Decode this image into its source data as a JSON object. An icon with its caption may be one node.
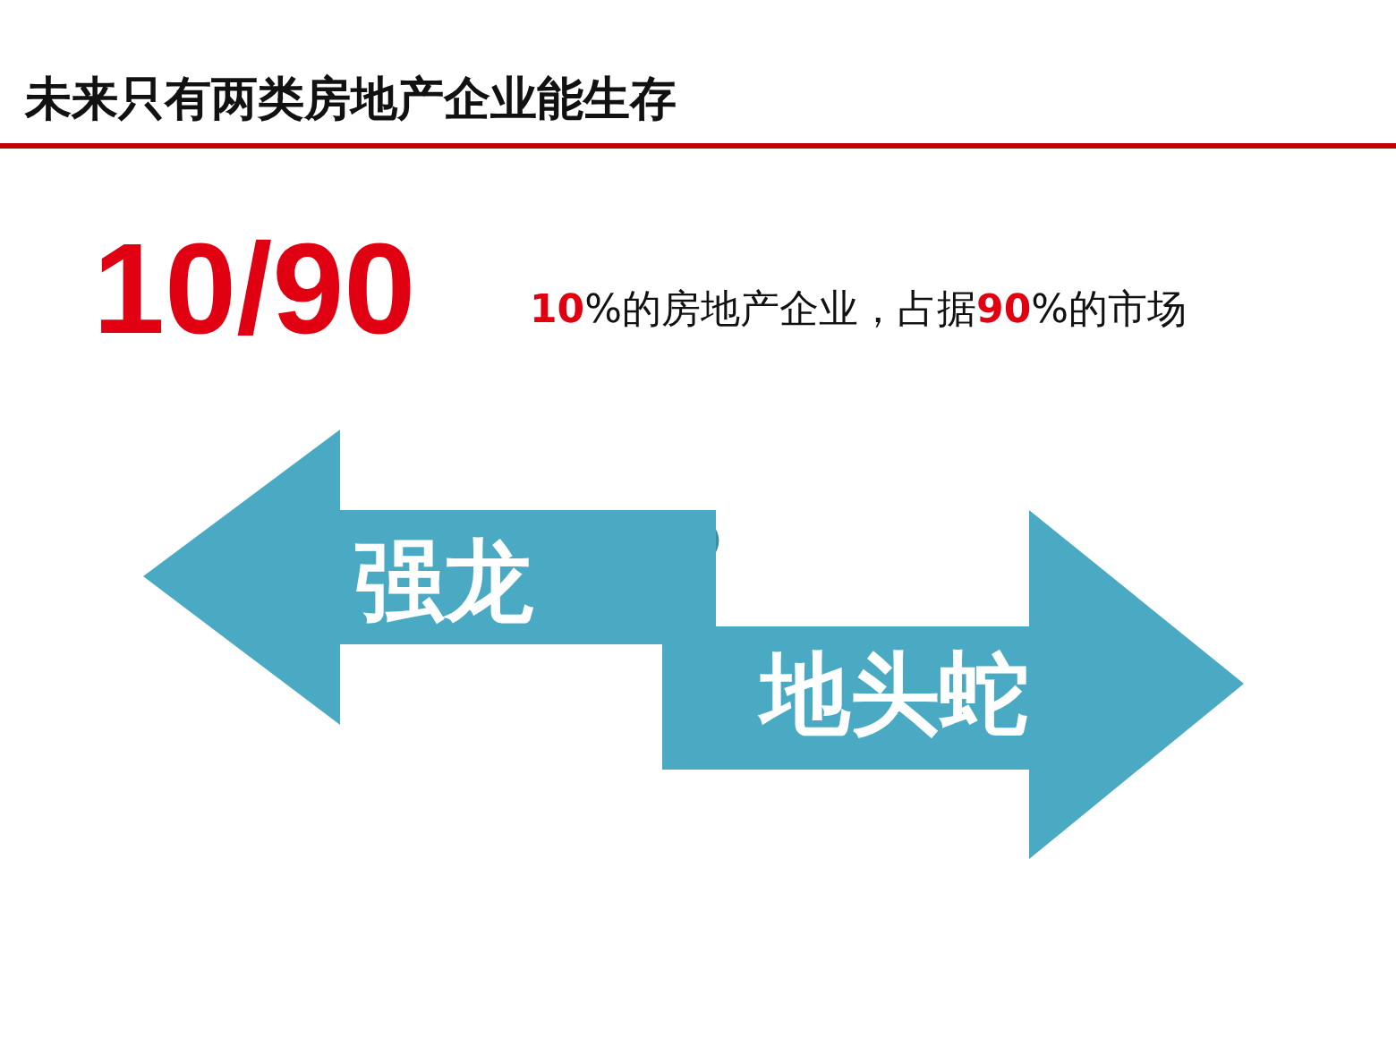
{
  "diagram": {
    "title": "未来只有两类房地产企业能生存",
    "nodes": [
      {
        "text": [
          "强龙"
        ]
      },
      {
        "text": [
          "地头蛇"
        ]
      }
    ],
    "edges": [],
    "labels": [
      "10/90",
      "**10**%的房地产企业，占据**90**%的市场"
    ]
  }
}
